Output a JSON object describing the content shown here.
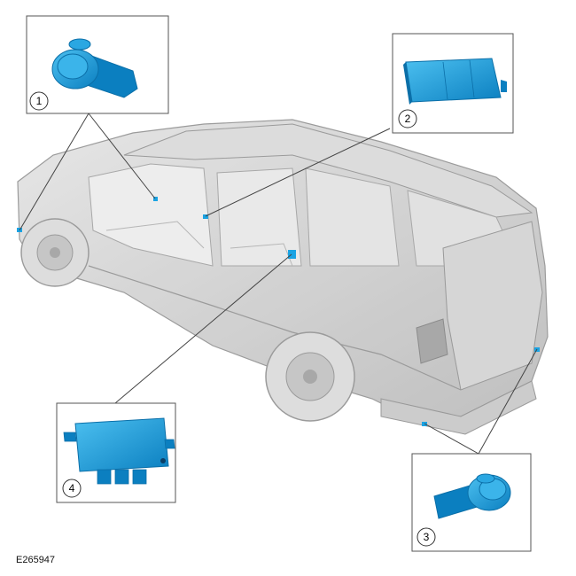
{
  "figure_id": "E265947",
  "callouts": [
    {
      "number": "1",
      "component": "parking-aid-sensor-front"
    },
    {
      "number": "2",
      "component": "parking-aid-module"
    },
    {
      "number": "3",
      "component": "parking-aid-sensor-rear"
    },
    {
      "number": "4",
      "component": "parking-aid-control-module"
    }
  ],
  "colors": {
    "component_blue": "#1aa3e3",
    "component_blue_dark": "#0b6fa8",
    "vehicle_body": "#c8c8c8",
    "vehicle_outline": "#8a8a8a",
    "box_border": "#555555",
    "leader_line": "#444444"
  }
}
